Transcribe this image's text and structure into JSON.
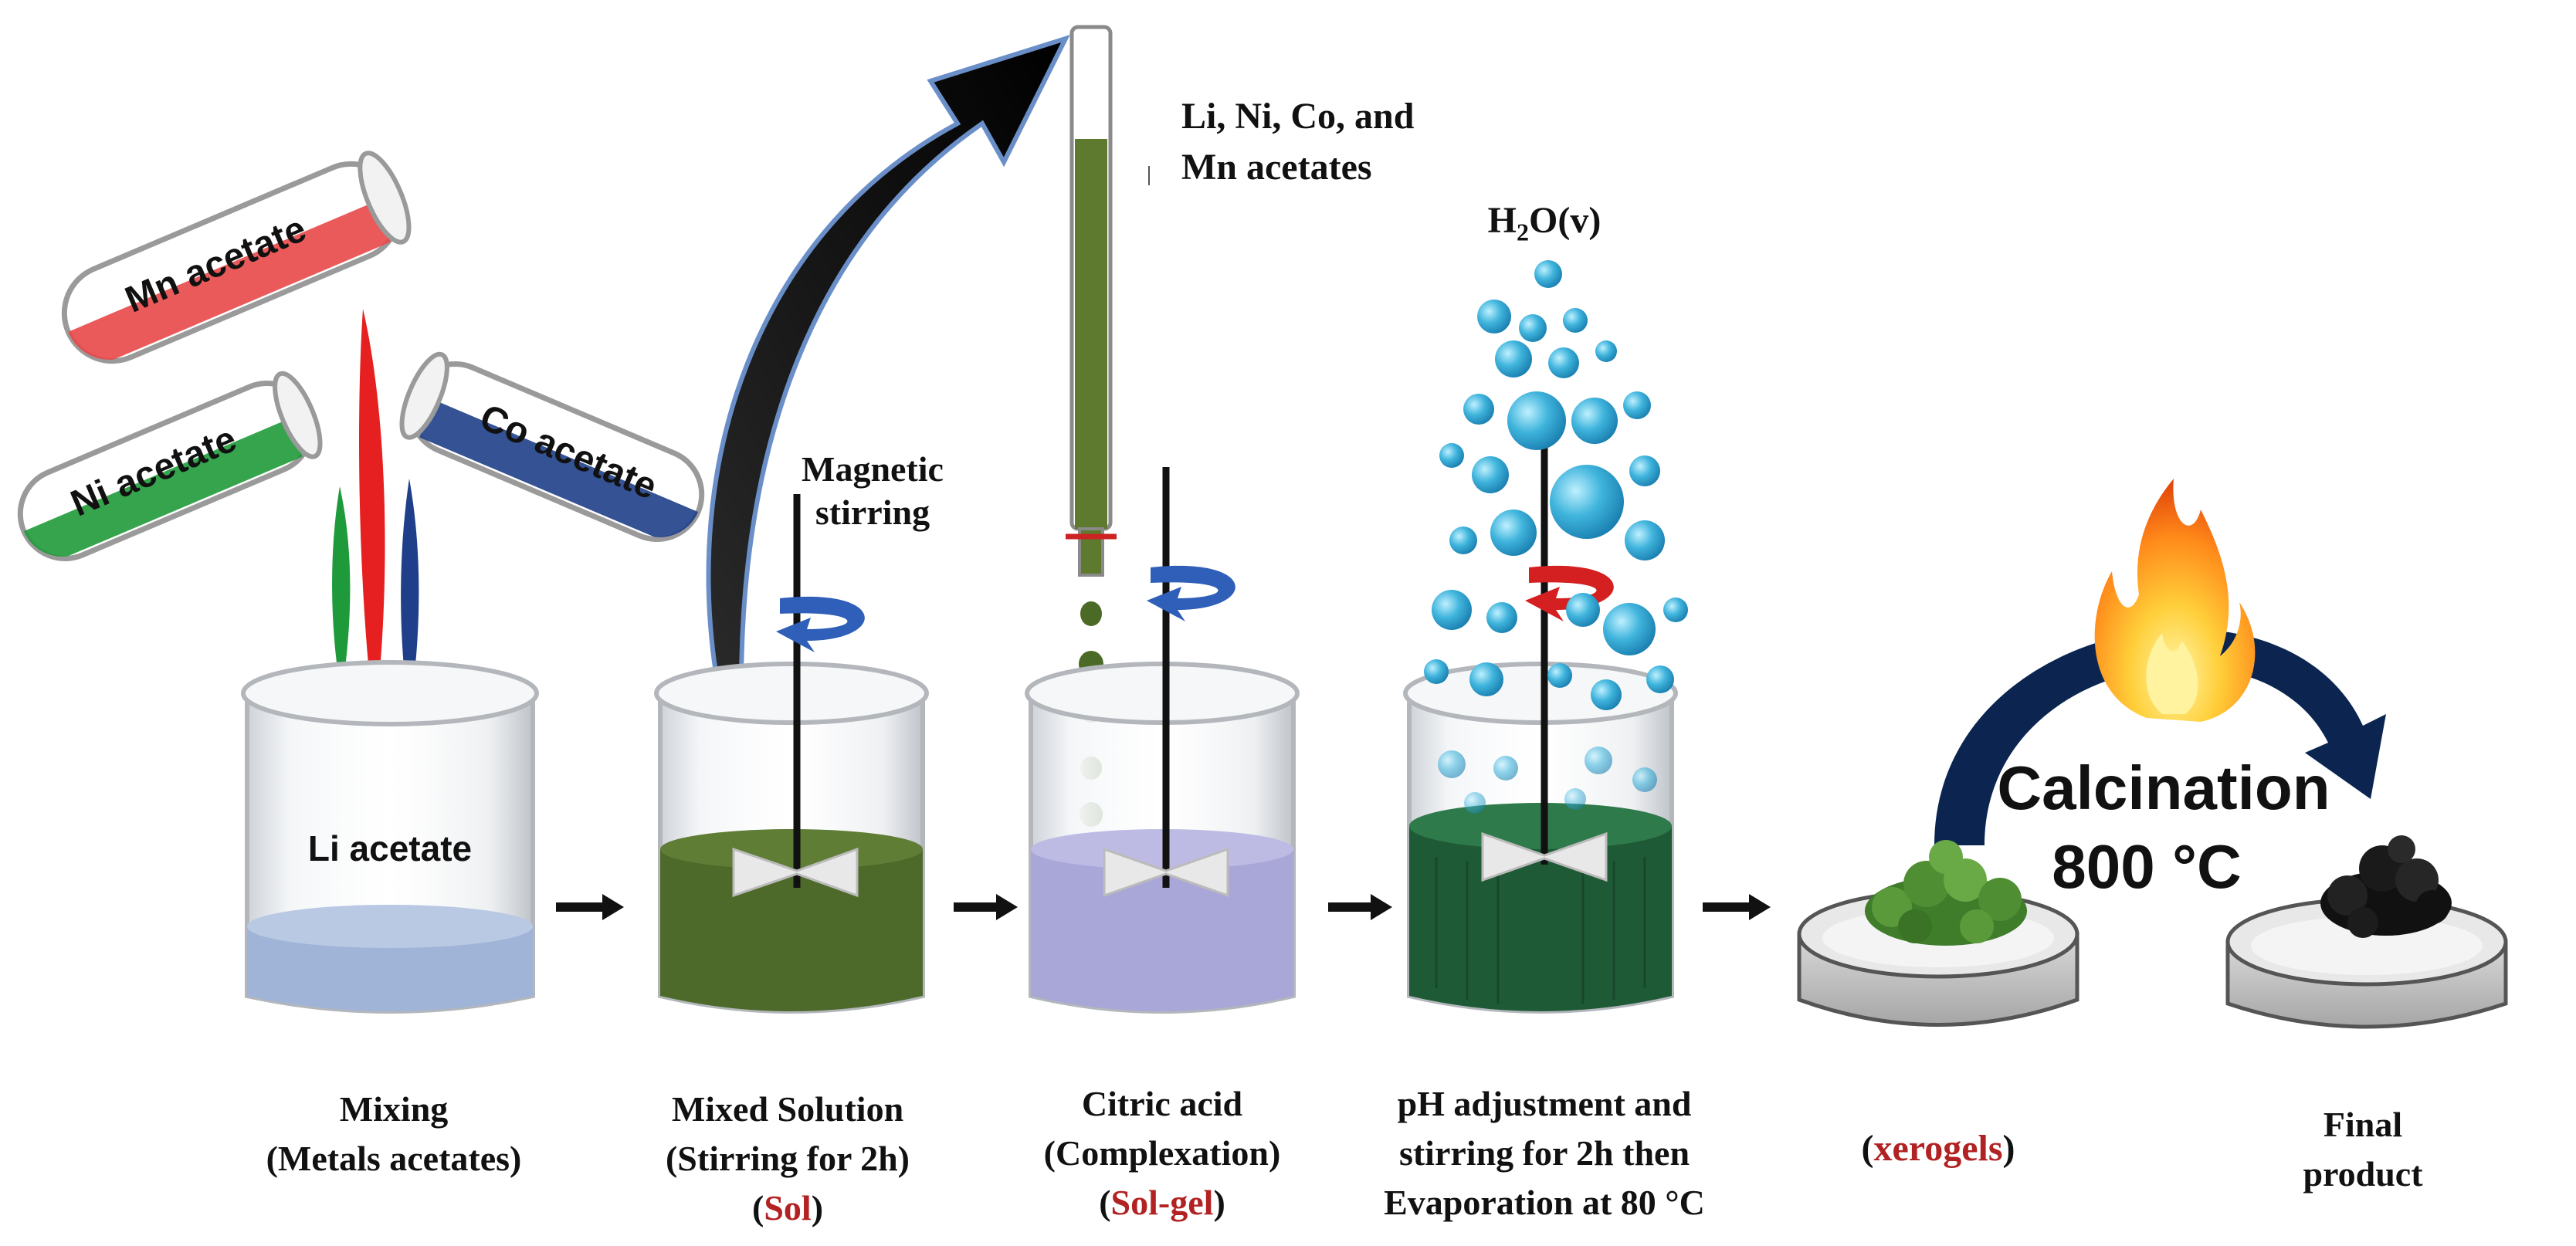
{
  "tubes": {
    "mn": "Mn acetate",
    "ni": "Ni acetate",
    "co": "Co acetate"
  },
  "beaker1_label": "Li acetate",
  "magnetic_stirring": [
    "Magnetic",
    "stirring"
  ],
  "burette_label": [
    "Li, Ni, Co, and",
    "Mn acetates"
  ],
  "vapor_label": {
    "main": "H",
    "sub": "2",
    "rest": "O(v)"
  },
  "calcination": {
    "title": "Calcination",
    "temp": "800 °C"
  },
  "captions": {
    "step1": [
      "Mixing",
      "(Metals acetates)"
    ],
    "step2": {
      "line1": "Mixed Solution",
      "line2": "(Stirring  for 2h)",
      "open": "(",
      "red": "Sol",
      "close": ")"
    },
    "step3": {
      "line1": "Citric  acid",
      "line2": "(Complexation)",
      "open": "(",
      "red": "Sol-gel",
      "close": ")"
    },
    "step4": [
      "pH  adjustment  and",
      "stirring  for 2h then",
      "Evaporation  at 80 °C"
    ],
    "step5": {
      "open": "(",
      "red": "xerogels",
      "close": ")"
    },
    "step6": [
      "Final",
      "product"
    ]
  },
  "colors": {
    "mn_liquid": "#e84848",
    "ni_liquid": "#1f9a3a",
    "co_liquid": "#1f3f8a",
    "li_liquid": "#9fb4d6",
    "sol": "#4e6a2a",
    "solgel": "#a9a6d8",
    "gel": "#1f5a36",
    "droplet": "#3fb4dc",
    "arrow_dark": "#0b2550",
    "label_red": "#b22222"
  }
}
